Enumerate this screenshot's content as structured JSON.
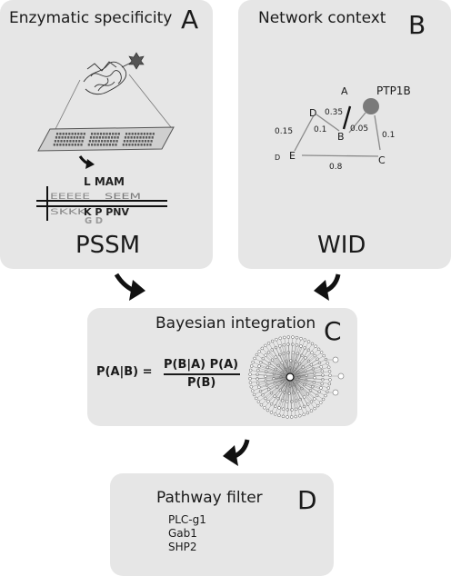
{
  "panel_a": {
    "title": "Enzymatic specificity",
    "letter": "A",
    "logo_top_glyphs": "L  MAM",
    "logo_bottom_glyphs": "K P  PNV",
    "logo_bottom_glyphs2": "G  D",
    "label": "PSSM"
  },
  "panel_b": {
    "title": "Network context",
    "letter": "B",
    "nodes": {
      "a": "A",
      "b": "B",
      "c": "C",
      "d": "D",
      "e": "E",
      "d2": "D",
      "hub": "PTP1B"
    },
    "edges": {
      "d_b": "0.1",
      "d_e": "0.15",
      "a_b": "0.35",
      "b_hub": "0.05",
      "hub_c": "0.1",
      "e_c": "0.8"
    },
    "label": "WID"
  },
  "panel_c": {
    "title": "Bayesian integration",
    "letter": "C",
    "formula": {
      "lhs": "P(A|B) =",
      "numerator": "P(B|A) P(A)",
      "denominator": "P(B)"
    }
  },
  "panel_d": {
    "title": "Pathway filter",
    "letter": "D",
    "items": [
      "PLC-g1",
      "Gab1",
      "SHP2"
    ]
  },
  "colors": {
    "panel": "#e6e6e6",
    "node": "#7a7a7a",
    "text": "#1a1a1a"
  },
  "icons": [
    "protein-structure-icon",
    "peptide-array-icon",
    "sequence-logo-icon",
    "network-graph-icon",
    "interaction-network-icon",
    "curved-arrow-icon"
  ]
}
